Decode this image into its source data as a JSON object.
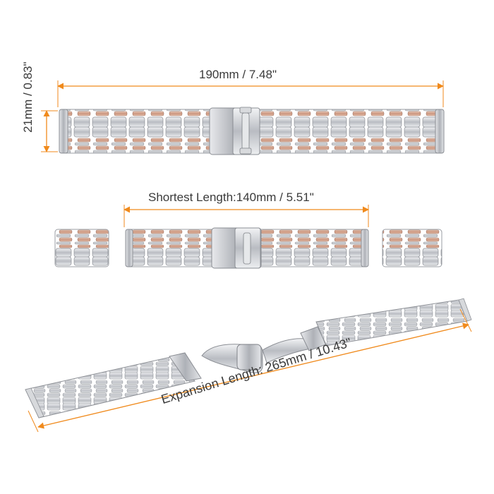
{
  "dimensions": {
    "total_length": "190mm / 7.48\"",
    "width": "21mm / 0.83\"",
    "shortest_length": "Shortest Length:140mm / 5.51\"",
    "expansion_length": "Expansion Length: 265mm / 10.43\""
  },
  "colors": {
    "dimension_line": "#f08a1c",
    "steel": "#c9cbcf",
    "rose_gold": "#d9a98e"
  }
}
